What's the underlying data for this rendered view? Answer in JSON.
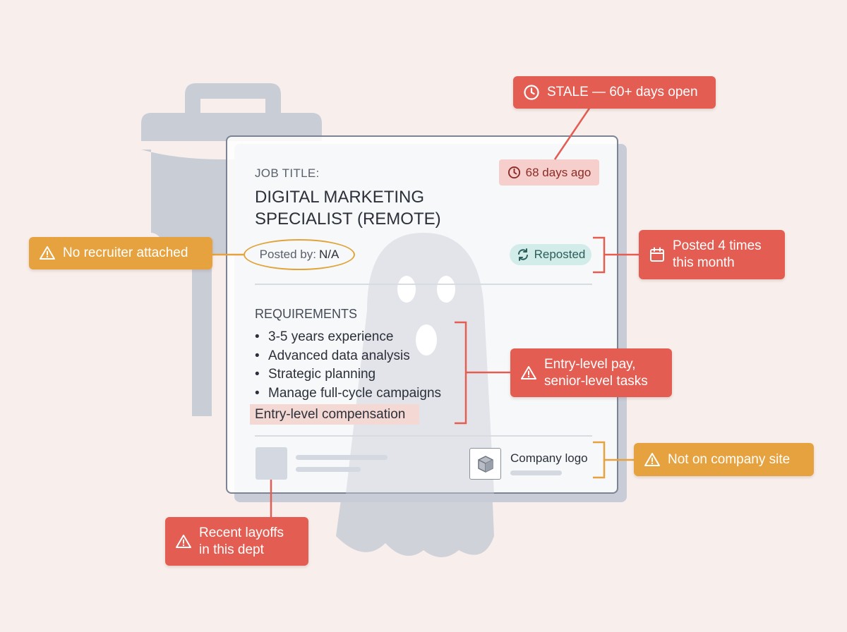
{
  "colors": {
    "background": "#f8efec",
    "alert_red": "#e35d52",
    "warning_amber": "#e6a23e",
    "card_border": "#7b8394",
    "ghost_gray": "#c9cdd6"
  },
  "card": {
    "job_label": "JOB TITLE:",
    "job_title": "DIGITAL MARKETING SPECIALIST (REMOTE)",
    "days_ago": "68 days ago",
    "posted_by_label": "Posted by:",
    "posted_by_value": "N/A",
    "reposted": "Reposted",
    "requirements_heading": "REQUIREMENTS",
    "requirements": [
      "3-5 years experience",
      "Advanced data analysis",
      "Strategic planning",
      "Manage full-cycle campaigns"
    ],
    "compensation": "Entry-level compensation",
    "company_logo_label": "Company logo"
  },
  "callouts": {
    "stale": {
      "text": "STALE — 60+ days open",
      "icon": "clock-icon"
    },
    "no_recruiter": {
      "text": "No recruiter attached",
      "icon": "warning-icon"
    },
    "posted_times": {
      "text": "Posted 4 times\nthis month",
      "icon": "calendar-icon"
    },
    "pay_mismatch": {
      "text": "Entry-level pay,\nsenior-level tasks",
      "icon": "warning-icon"
    },
    "not_on_site": {
      "text": "Not on company site",
      "icon": "warning-icon"
    },
    "layoffs": {
      "text": "Recent layoffs\nin this dept",
      "icon": "warning-icon"
    }
  }
}
